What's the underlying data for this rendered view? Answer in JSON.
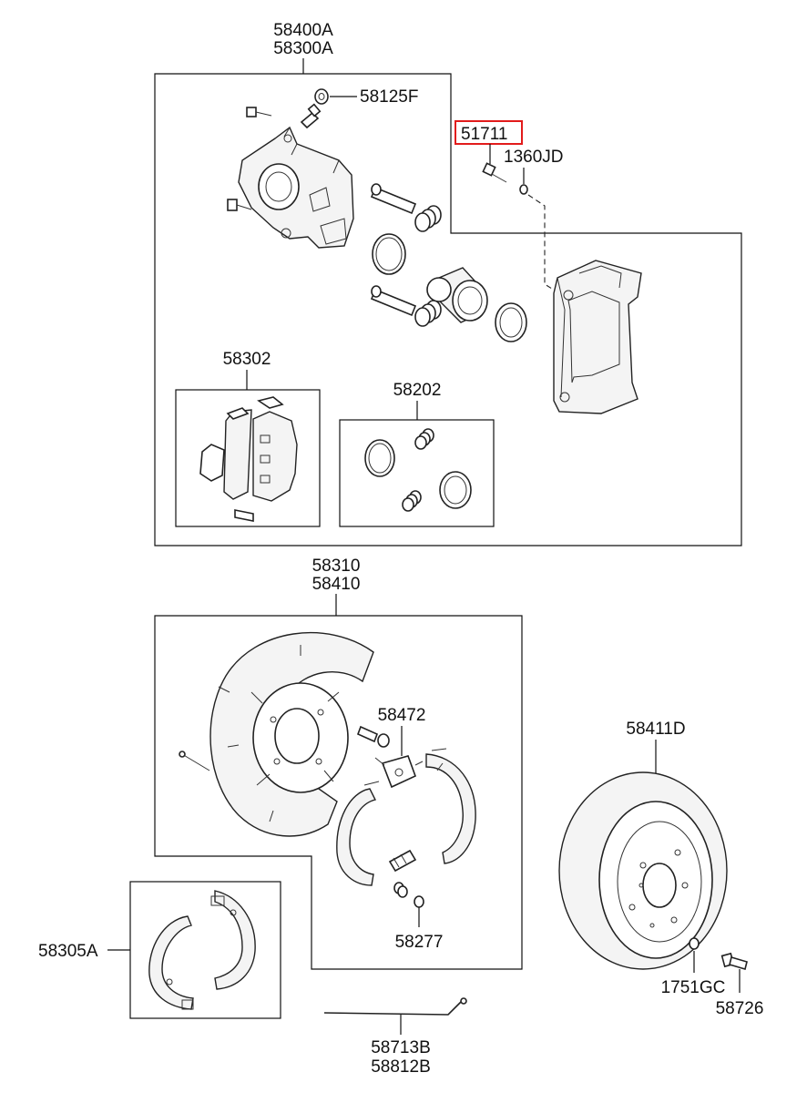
{
  "labels": {
    "caliper_assy_a": "58400A",
    "caliper_assy_b": "58300A",
    "nut": "58125F",
    "bolt_highlighted": "51711",
    "washer": "1360JD",
    "pad_kit": "58302",
    "seal_kit": "58202",
    "brake_plate_a": "58310",
    "brake_plate_b": "58410",
    "adjuster": "58472",
    "shoe_set": "58305A",
    "spring": "58277",
    "disc": "58411D",
    "hub_washer": "1751GC",
    "hub_bolt": "58726",
    "cable_a": "58713B",
    "cable_b": "58812B"
  },
  "colors": {
    "highlight": "#e21b1b",
    "line": "#111111",
    "background": "#ffffff"
  }
}
